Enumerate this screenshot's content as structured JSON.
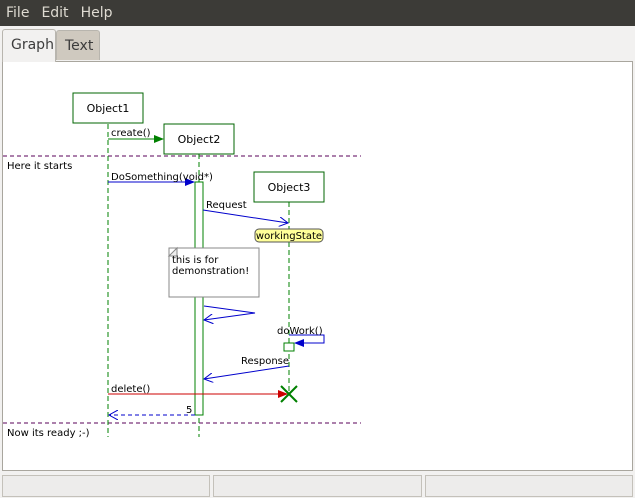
{
  "menu": {
    "items": [
      "File",
      "Edit",
      "Help"
    ]
  },
  "tabs": [
    {
      "label": "Graph",
      "active": true
    },
    {
      "label": "Text",
      "active": false
    }
  ],
  "diagram": {
    "objects": [
      "Object1",
      "Object2",
      "Object3"
    ],
    "messages": {
      "create": "create()",
      "do_something": "DoSomething(void*)",
      "request": "Request",
      "do_work": "doWork()",
      "response": "Response",
      "delete": "delete()"
    },
    "state": "workingState",
    "note": [
      "this is for",
      "demonstration!"
    ],
    "dividers": [
      "Here it starts",
      "Now its ready ;-)"
    ],
    "return_label": "5"
  },
  "colors": {
    "object_border": "#006400",
    "lifeline": "#008000",
    "message": "#0000cc",
    "delete_arrow": "#cc0000",
    "divider": "#5a005a",
    "state_fill": "#ffff99"
  }
}
